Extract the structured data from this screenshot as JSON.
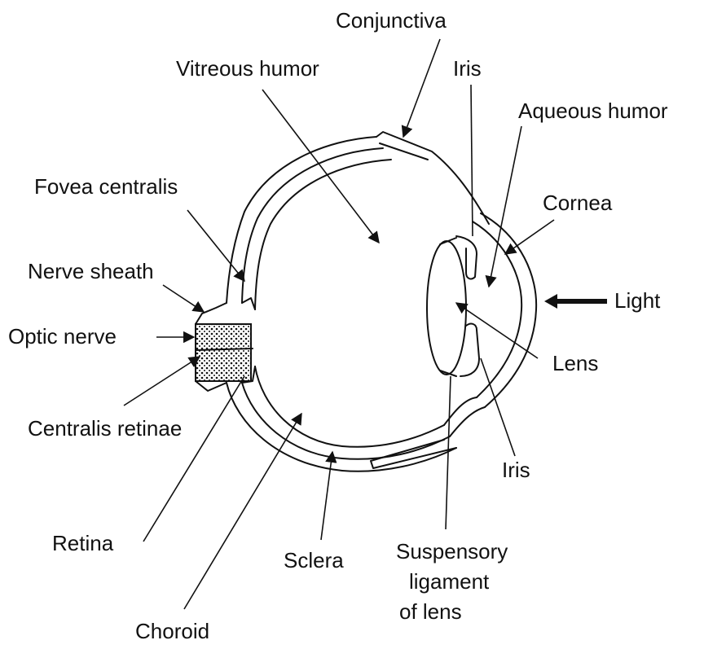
{
  "colors": {
    "ink": "#111111",
    "background": "#ffffff"
  },
  "labels": {
    "conjunctiva": "Conjunctiva",
    "vitreous_humor": "Vitreous humor",
    "iris_top": "Iris",
    "aqueous_humor": "Aqueous humor",
    "fovea_centralis": "Fovea centralis",
    "cornea": "Cornea",
    "nerve_sheath": "Nerve sheath",
    "light": "Light",
    "optic_nerve": "Optic nerve",
    "lens": "Lens",
    "centralis_retinae": "Centralis retinae",
    "iris_bottom": "Iris",
    "retina": "Retina",
    "sclera": "Sclera",
    "suspensory_line1": "Suspensory",
    "suspensory_line2": "ligament",
    "suspensory_line3": "of lens",
    "choroid": "Choroid"
  }
}
